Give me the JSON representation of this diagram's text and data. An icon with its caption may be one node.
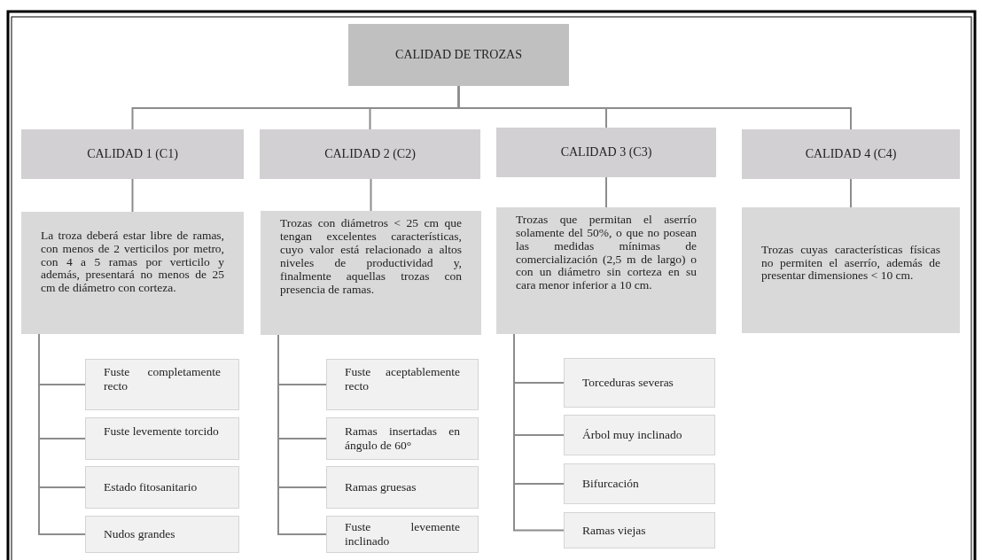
{
  "diagram": {
    "nodes": [
      {
        "text": [
          "CALIDAD DE TROZAS"
        ]
      },
      {
        "text": [
          "CALIDAD 1 (C1)"
        ]
      },
      {
        "text": [
          "CALIDAD 2 (C2)"
        ]
      },
      {
        "text": [
          "CALIDAD 3 (C3)"
        ]
      },
      {
        "text": [
          "CALIDAD 4 (C4)"
        ]
      },
      {
        "text": [
          "La troza deberá estar libre de ramas, con menos de 2 verticilos por metro, con 4 a 5 ramas por verticilo y además, presentará no menos de 25 cm de diámetro con corteza."
        ]
      },
      {
        "text": [
          "Trozas con diámetros < 25 cm que tengan excelentes características, cuyo valor está relacionado a altos niveles de productividad y, finalmente aquellas trozas con presencia de ramas."
        ]
      },
      {
        "text": [
          "Trozas que permitan el aserrío solamente del 50%, o que no posean las medidas mínimas de comercialización (2,5 m de largo) o con un diámetro sin corteza en su cara menor inferior a 10 cm."
        ]
      },
      {
        "text": [
          "Trozas cuyas características físicas no permiten el aserrío, además de presentar dimensiones < 10 cm."
        ]
      },
      {
        "text": [
          "Fuste completamente recto"
        ]
      },
      {
        "text": [
          "Fuste levemente torcido"
        ]
      },
      {
        "text": [
          "Estado fitosanitario"
        ]
      },
      {
        "text": [
          "Nudos grandes"
        ]
      },
      {
        "text": [
          "Fuste aceptablemente recto"
        ]
      },
      {
        "text": [
          "Ramas insertadas en ángulo de 60°"
        ]
      },
      {
        "text": [
          "Ramas gruesas"
        ]
      },
      {
        "text": [
          "Fuste levemente inclinado"
        ]
      },
      {
        "text": [
          "Torceduras severas"
        ]
      },
      {
        "text": [
          "Árbol muy inclinado"
        ]
      },
      {
        "text": [
          "Bifurcación"
        ]
      },
      {
        "text": [
          "Ramas viejas"
        ]
      }
    ],
    "edges": [
      {
        "from": 0,
        "to": 1,
        "arrow": "none"
      },
      {
        "from": 0,
        "to": 2,
        "arrow": "none"
      },
      {
        "from": 0,
        "to": 3,
        "arrow": "none"
      },
      {
        "from": 0,
        "to": 4,
        "arrow": "none"
      },
      {
        "from": 1,
        "to": 5,
        "arrow": "none"
      },
      {
        "from": 2,
        "to": 6,
        "arrow": "none"
      },
      {
        "from": 3,
        "to": 7,
        "arrow": "none"
      },
      {
        "from": 4,
        "to": 8,
        "arrow": "none"
      },
      {
        "from": 5,
        "to": 9,
        "arrow": "none"
      },
      {
        "from": 5,
        "to": 10,
        "arrow": "none"
      },
      {
        "from": 5,
        "to": 11,
        "arrow": "none"
      },
      {
        "from": 5,
        "to": 12,
        "arrow": "none"
      },
      {
        "from": 6,
        "to": 13,
        "arrow": "none"
      },
      {
        "from": 6,
        "to": 14,
        "arrow": "none"
      },
      {
        "from": 6,
        "to": 15,
        "arrow": "none"
      },
      {
        "from": 6,
        "to": 16,
        "arrow": "none"
      },
      {
        "from": 7,
        "to": 17,
        "arrow": "none"
      },
      {
        "from": 7,
        "to": 18,
        "arrow": "none"
      },
      {
        "from": 7,
        "to": 19,
        "arrow": "none"
      },
      {
        "from": 7,
        "to": 20,
        "arrow": "none"
      }
    ]
  }
}
